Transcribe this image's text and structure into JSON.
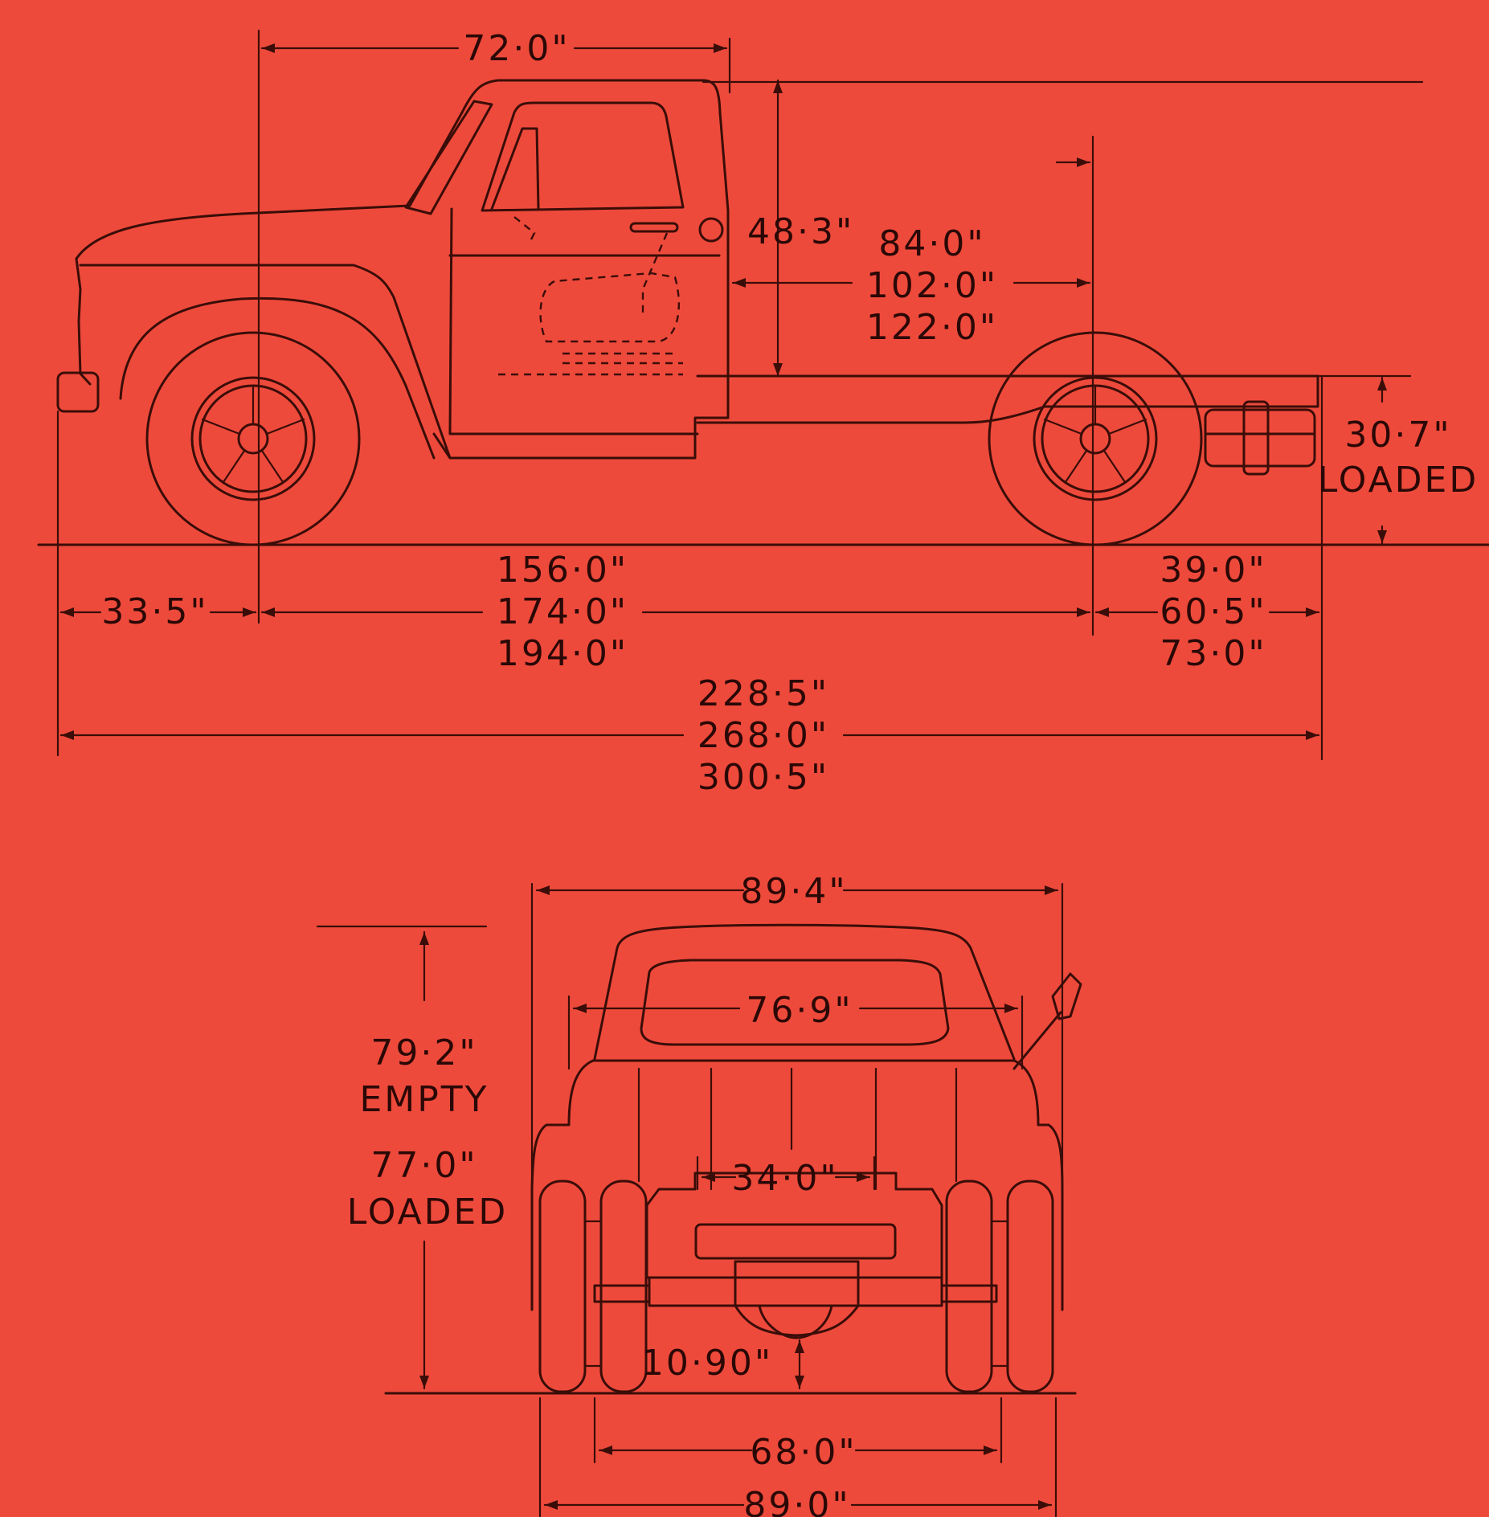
{
  "side_view": {
    "cab_length": "72·0\"",
    "cab_height": "48·3\"",
    "cab_to_axle": [
      "84·0\"",
      "102·0\"",
      "122·0\""
    ],
    "frame_height": "30·7\"",
    "frame_height_note": "LOADED",
    "front_overhang": "33·5\"",
    "wheelbase": [
      "156·0\"",
      "174·0\"",
      "194·0\""
    ],
    "rear_overhang": [
      "39·0\"",
      "60·5\"",
      "73·0\""
    ],
    "overall_length": [
      "228·5\"",
      "268·0\"",
      "300·5\""
    ]
  },
  "rear_view": {
    "overall_width": "89·4\"",
    "cab_width": "76·9\"",
    "height_empty": "79·2\"",
    "height_empty_note": "EMPTY",
    "height_loaded": "77·0\"",
    "height_loaded_note": "LOADED",
    "frame_width": "34·0\"",
    "ground_clearance": "10·90\"",
    "track": "68·0\"",
    "rear_width": "89·0\""
  },
  "colors": {
    "background": "#ee4a3b",
    "ink": "#3a0d08"
  }
}
